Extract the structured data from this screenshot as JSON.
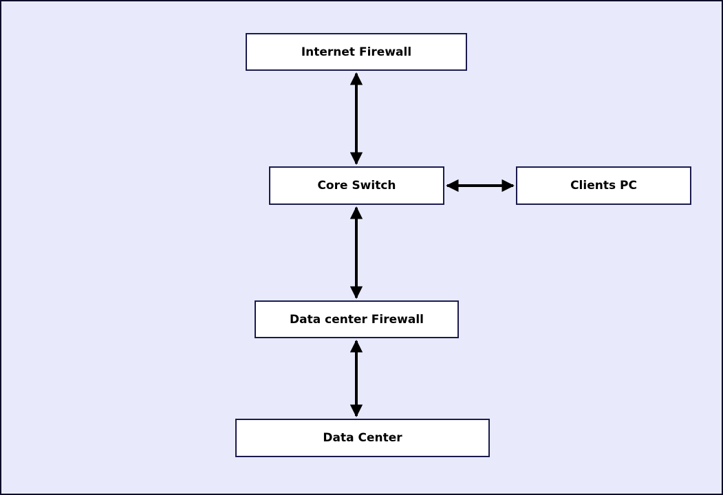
{
  "diagram": {
    "nodes": [
      {
        "id": "internet-firewall",
        "label": "Internet Firewall"
      },
      {
        "id": "core-switch",
        "label": "Core Switch"
      },
      {
        "id": "clients-pc",
        "label": "Clients PC"
      },
      {
        "id": "datacenter-firewall",
        "label": "Data center Firewall"
      },
      {
        "id": "data-center",
        "label": "Data Center"
      }
    ],
    "edges": [
      {
        "from": "internet-firewall",
        "to": "core-switch",
        "style": "double-arrow"
      },
      {
        "from": "core-switch",
        "to": "clients-pc",
        "style": "double-arrow"
      },
      {
        "from": "core-switch",
        "to": "datacenter-firewall",
        "style": "double-arrow"
      },
      {
        "from": "datacenter-firewall",
        "to": "data-center",
        "style": "double-arrow"
      }
    ],
    "colors": {
      "canvas_background": "#E8EAFB",
      "canvas_frame": "#0D0D2B",
      "node_fill": "#FFFFFF",
      "node_border": "#1A1A4E",
      "node_text": "#000000",
      "arrow": "#000000"
    }
  }
}
